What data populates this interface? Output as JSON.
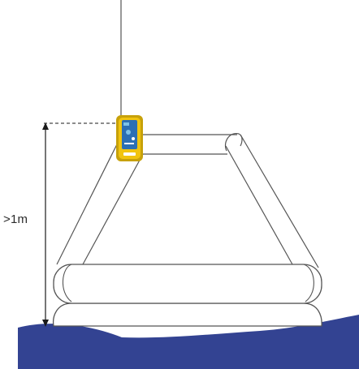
{
  "diagram": {
    "height_label": ">1m",
    "colors": {
      "outline": "#555555",
      "water": "#334392",
      "device_body": "#f1c40f",
      "device_rim": "#c7a10a",
      "device_screen": "#2c6fb4",
      "device_accent": "#7cc1e8",
      "measure_line": "#1a1a1a"
    },
    "device": {
      "icon": "beacon-device-icon"
    },
    "structures": [
      "antenna-mast",
      "device",
      "raft-frame",
      "upper-float-ring",
      "lower-float-ring",
      "water-surface",
      "height-arrow"
    ]
  }
}
